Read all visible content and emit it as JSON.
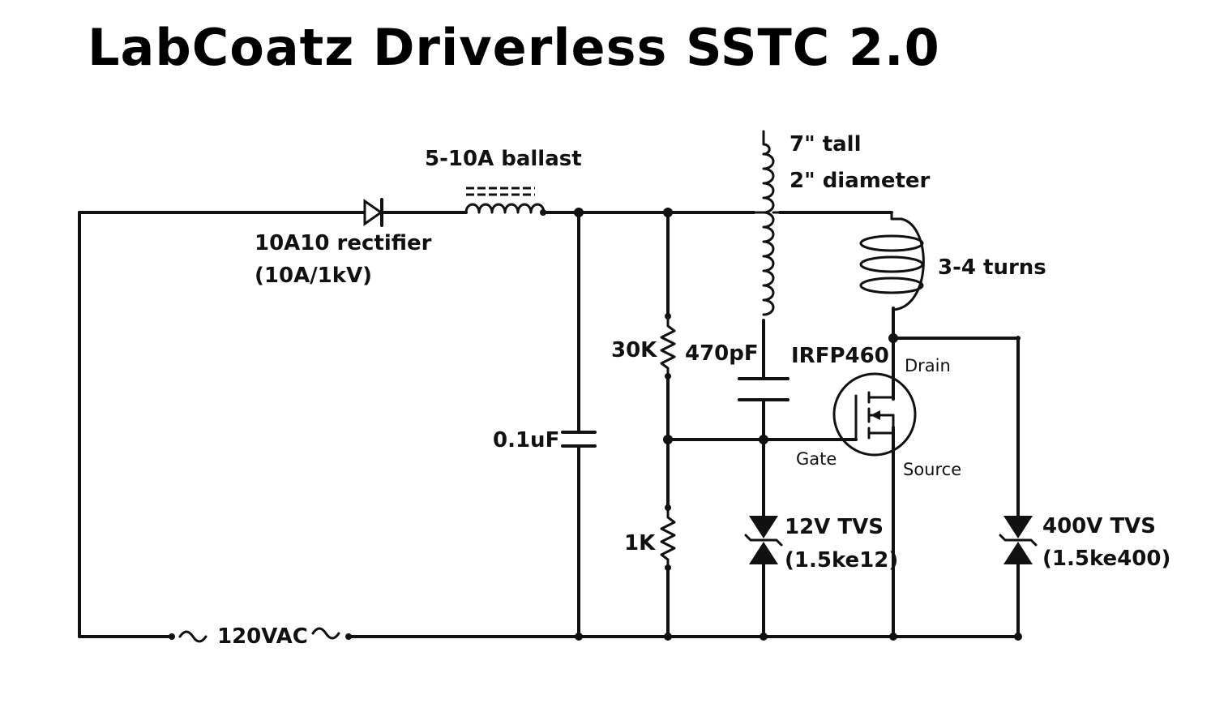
{
  "title": "LabCoatz Driverless SSTC 2.0",
  "labels": {
    "ballast": "5-10A ballast",
    "rectifier_line1": "10A10 rectifier",
    "rectifier_line2": "(10A/1kV)",
    "secondary_line1": "7\" tall",
    "secondary_line2": "2\" diameter",
    "primary": "3-4 turns",
    "resistor_top": "30K",
    "capacitor_gate": "470pF",
    "mosfet": "IRFP460",
    "drain": "Drain",
    "gate": "Gate",
    "source": "Source",
    "capacitor_bus": "0.1uF",
    "resistor_bottom": "1K",
    "tvs_gate_line1": "12V TVS",
    "tvs_gate_line2": "(1.5ke12)",
    "tvs_drain_line1": "400V TVS",
    "tvs_drain_line2": "(1.5ke400)",
    "source_ac": "120VAC"
  },
  "colors": {
    "ink": "#111111",
    "background": "#ffffff"
  }
}
